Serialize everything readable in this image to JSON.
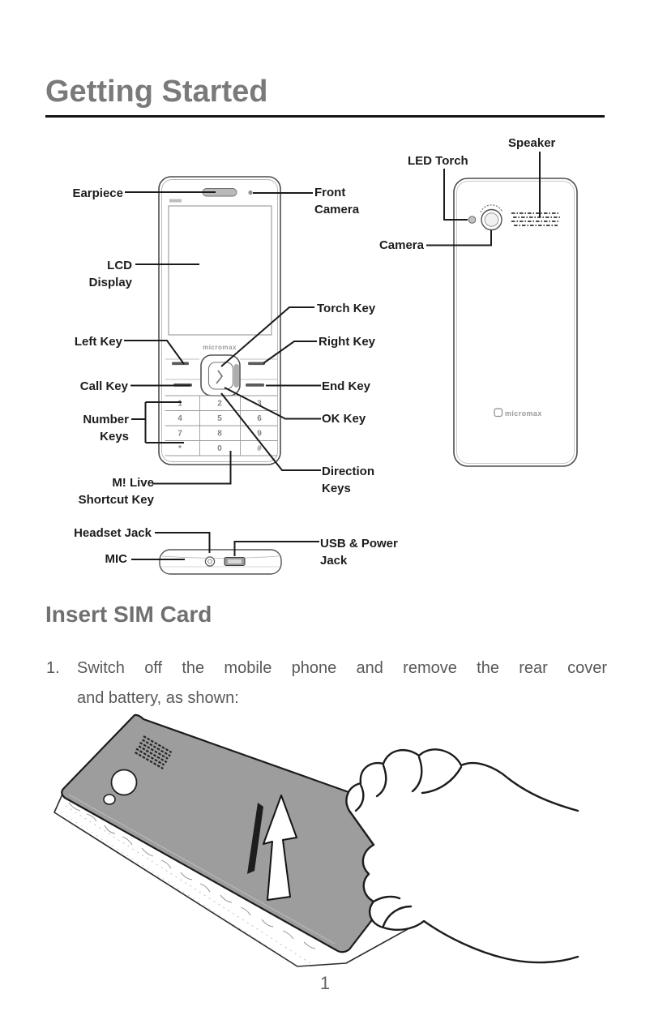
{
  "page": {
    "title": "Getting Started",
    "page_number": "1"
  },
  "colors": {
    "title_gray": "#7a7a7a",
    "heading_gray": "#707070",
    "body_gray": "#595959",
    "label_color": "#1d1d1d",
    "diagram_line": "#1b1b1b",
    "cover_gray": "#9d9d9d"
  },
  "diagram": {
    "brand": "micromax",
    "labels": {
      "earpiece": "Earpiece",
      "front_camera": "Front\nCamera",
      "lcd_display": "LCD\nDisplay",
      "torch_key": "Torch Key",
      "left_key": "Left Key",
      "right_key": "Right Key",
      "call_key": "Call Key",
      "end_key": "End Key",
      "number_keys": "Number\nKeys",
      "ok_key": "OK Key",
      "mi_live": "M! Live\nShortcut Key",
      "direction_keys": "Direction\nKeys",
      "headset_jack": "Headset Jack",
      "mic": "MIC",
      "usb_power": "USB & Power\nJack",
      "led_torch": "LED Torch",
      "speaker": "Speaker",
      "camera": "Camera"
    },
    "keypad": [
      [
        "1",
        "2",
        "3"
      ],
      [
        "4",
        "5",
        "6"
      ],
      [
        "7",
        "8",
        "9"
      ],
      [
        "*",
        "0",
        "#"
      ]
    ]
  },
  "sim_section": {
    "heading": "Insert SIM Card",
    "step_number": "1.",
    "step_line1": "Switch off the mobile phone and remove the rear cover",
    "step_line2": "and battery, as shown:"
  }
}
